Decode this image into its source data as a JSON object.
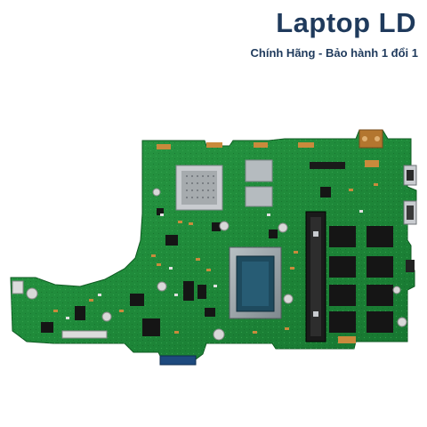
{
  "brand": {
    "name": "Laptop LD",
    "tagline": "Chính Hãng - Bảo hành 1 đổi 1"
  },
  "colors": {
    "brand_text": "#1f3a5c",
    "pcb_green": "#1f8a3a",
    "pcb_dark": "#136b2a",
    "chip_black": "#151515",
    "cpu_gray": "#9aa3a8",
    "cpu_die": "#1e4a5e",
    "copper": "#b3762f",
    "silver": "#c9ccd0"
  },
  "components": {
    "cpu": "cpu-chip",
    "ram": "ram-slot",
    "memory_chips": "memory-chip"
  }
}
